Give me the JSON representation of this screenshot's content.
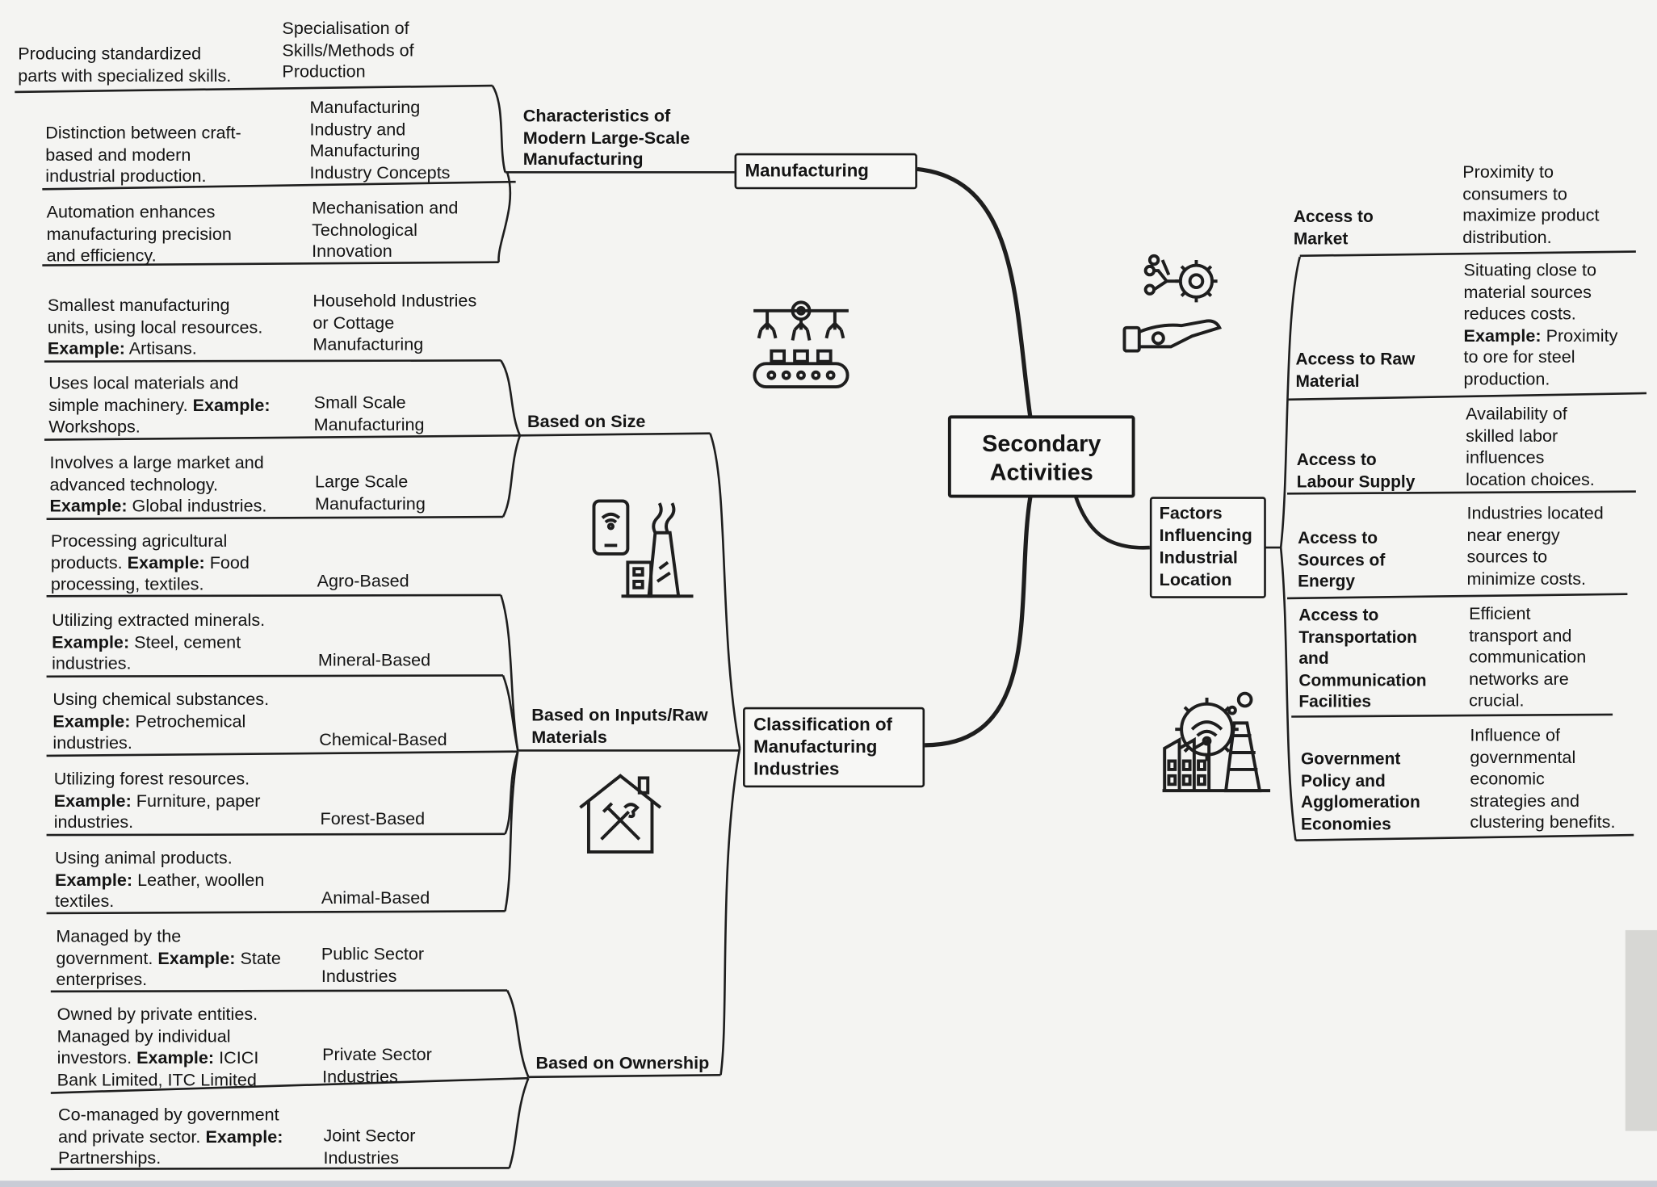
{
  "center": {
    "title": "Secondary\nActivities"
  },
  "manufacturing": {
    "label": "Manufacturing",
    "characteristics_label": "Characteristics of\nModern Large-Scale\nManufacturing",
    "items": [
      {
        "name": "Specialisation of\nSkills/Methods of\nProduction",
        "desc": "Producing standardized\nparts with specialized skills."
      },
      {
        "name": "Manufacturing\nIndustry and\nManufacturing\nIndustry Concepts",
        "desc": "Distinction between craft-\nbased and modern\nindustrial production."
      },
      {
        "name": "Mechanisation and\nTechnological\nInnovation",
        "desc": "Automation enhances\nmanufacturing precision\nand efficiency."
      }
    ]
  },
  "classification": {
    "label": "Classification of\nManufacturing\nIndustries",
    "size": {
      "label": "Based on Size",
      "items": [
        {
          "name": "Household Industries\nor Cottage\nManufacturing",
          "desc": "Smallest manufacturing\nunits, using local resources.",
          "example": "Artisans."
        },
        {
          "name": "Small Scale\nManufacturing",
          "desc": "Uses local materials and\nsimple machinery.",
          "example": "Workshops."
        },
        {
          "name": "Large Scale\nManufacturing",
          "desc": "Involves a large market and\nadvanced technology.",
          "example": "Global industries."
        }
      ]
    },
    "inputs": {
      "label": "Based on Inputs/Raw\nMaterials",
      "items": [
        {
          "name": "Agro-Based",
          "desc": "Processing agricultural\nproducts.",
          "example": "Food\nprocessing, textiles."
        },
        {
          "name": "Mineral-Based",
          "desc": "Utilizing extracted minerals.",
          "example": "Steel, cement\nindustries."
        },
        {
          "name": "Chemical-Based",
          "desc": "Using chemical substances.",
          "example": "Petrochemical\nindustries."
        },
        {
          "name": "Forest-Based",
          "desc": "Utilizing forest resources.",
          "example": "Furniture, paper\nindustries."
        },
        {
          "name": "Animal-Based",
          "desc": "Using animal products.",
          "example": "Leather, woollen\ntextiles."
        }
      ]
    },
    "ownership": {
      "label": "Based on Ownership",
      "items": [
        {
          "name": "Public Sector\nIndustries",
          "desc": "Managed by the\ngovernment.",
          "example": "State\nenterprises."
        },
        {
          "name": "Private Sector\nIndustries",
          "desc": "Owned by private entities.\nManaged by individual\ninvestors.",
          "example": "ICICI\nBank Limited, ITC Limited"
        },
        {
          "name": "Joint Sector\nIndustries",
          "desc": "Co-managed by government\nand private sector.",
          "example": "\nPartnerships."
        }
      ]
    },
    "example_label": "Example:"
  },
  "factors": {
    "label": "Factors\nInfluencing\nIndustrial\nLocation",
    "items": [
      {
        "name": "Access to\nMarket",
        "desc": "Proximity to\nconsumers to\nmaximize product\ndistribution."
      },
      {
        "name": "Access to Raw\nMaterial",
        "desc": "Situating close to\nmaterial sources\nreduces costs.",
        "example": "Proximity\nto ore for steel\nproduction."
      },
      {
        "name": "Access to\nLabour Supply",
        "desc": "Availability of\nskilled labor\ninfluences\nlocation choices."
      },
      {
        "name": "Access to\nSources of\nEnergy",
        "desc": "Industries located\nnear energy\nsources to\nminimize costs."
      },
      {
        "name": "Access to\nTransportation\nand\nCommunication\nFacilities",
        "desc": "Efficient\ntransport and\ncommunication\nnetworks are\ncrucial."
      },
      {
        "name": "Government\nPolicy and\nAgglomeration\nEconomies",
        "desc": "Influence of\ngovernmental\neconomic\nstrategies and\nclustering benefits."
      }
    ]
  },
  "icons": [
    "robotic-arms-conveyor-icon",
    "smartphone-factory-icon",
    "house-tools-icon",
    "robot-hand-gear-icon",
    "smart-factory-icon"
  ]
}
